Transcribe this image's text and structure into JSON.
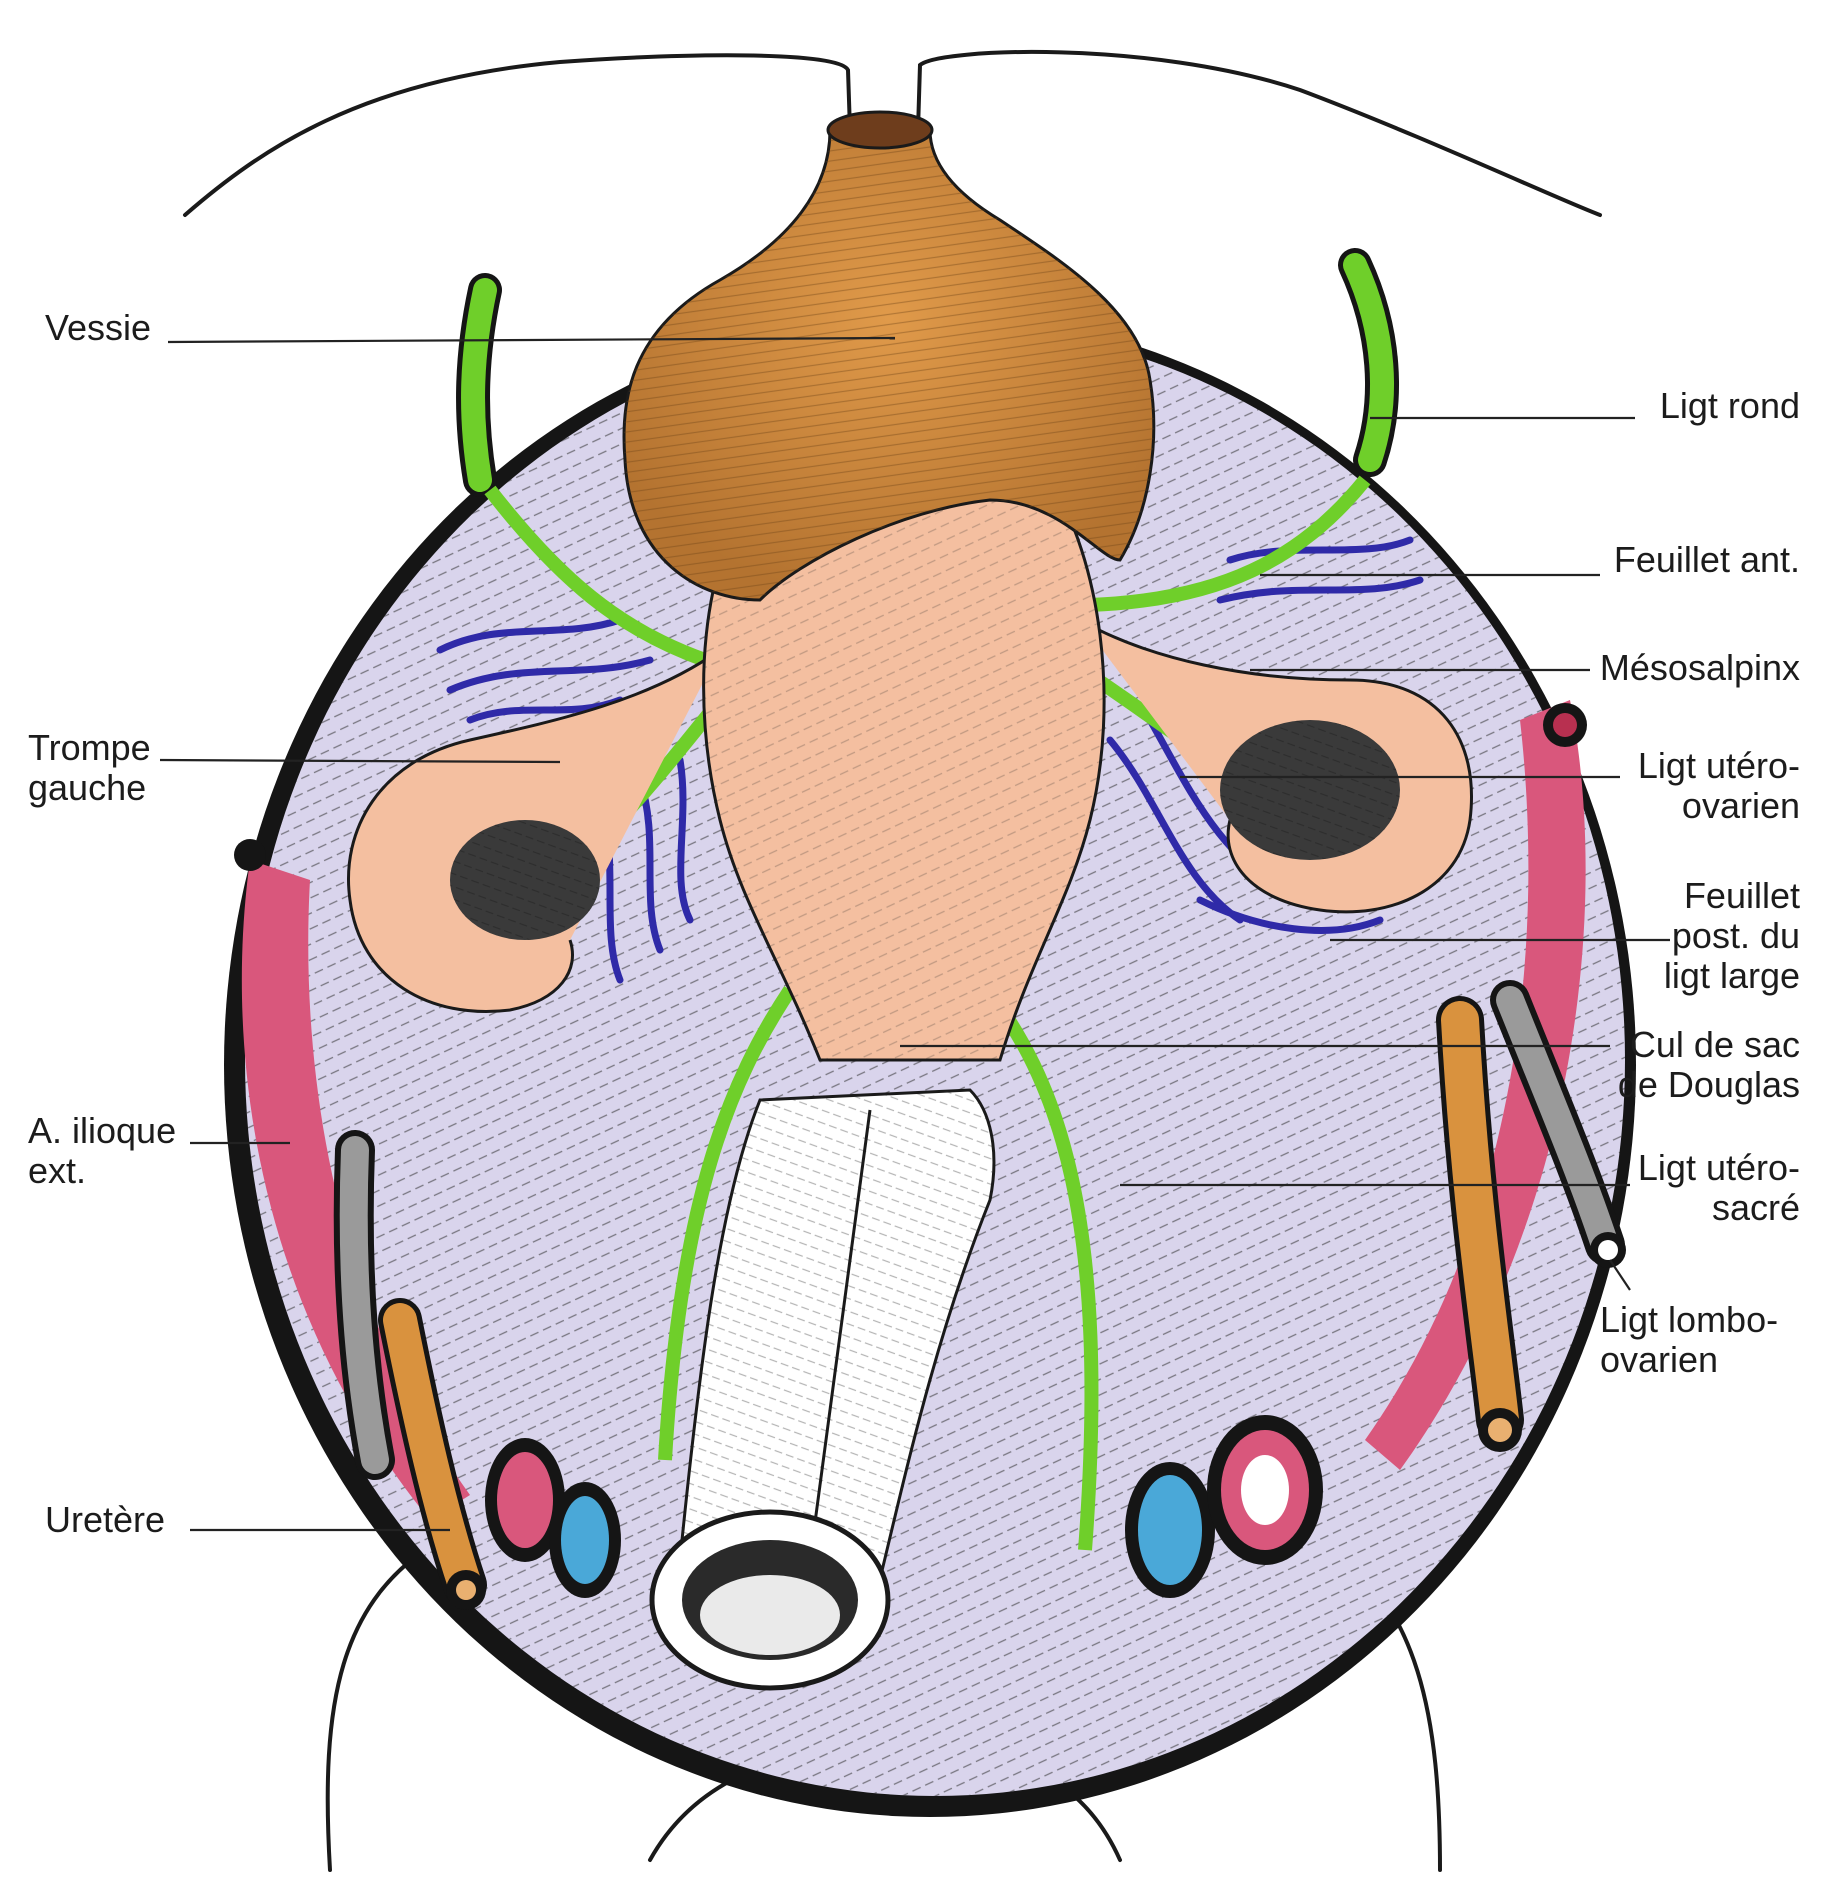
{
  "colors": {
    "bladder": "#c98a3e",
    "uterus": "#f4bfa0",
    "peritoneum": "#d9d4ec",
    "round_ligament": "#6fcf2a",
    "ovary_veins": "#2f2aa8",
    "artery": "#d9577c",
    "vein": "#4aa8d8",
    "ureter": "#d9923e",
    "rim": "#151515"
  },
  "labels": {
    "vessie": "Vessie",
    "ligt_rond": "Ligt rond",
    "feuillet_ant": "Feuillet ant.",
    "mesosalpinx": "Mésosalpinx",
    "trompe_1": "Trompe",
    "trompe_2": "gauche",
    "utero_ovarien_1": "Ligt utéro-",
    "utero_ovarien_2": "ovarien",
    "feuillet_post_1": "Feuillet",
    "feuillet_post_2": "post. du",
    "feuillet_post_3": "ligt large",
    "cul_de_sac_1": "Cul de sac",
    "cul_de_sac_2": "de Douglas",
    "iliaque_1": "A. ilioque",
    "iliaque_2": "ext.",
    "utero_sacre_1": "Ligt utéro-",
    "utero_sacre_2": "sacré",
    "lombo_1": "Ligt lombo-",
    "lombo_2": "ovarien",
    "uretere": "Uretère"
  }
}
